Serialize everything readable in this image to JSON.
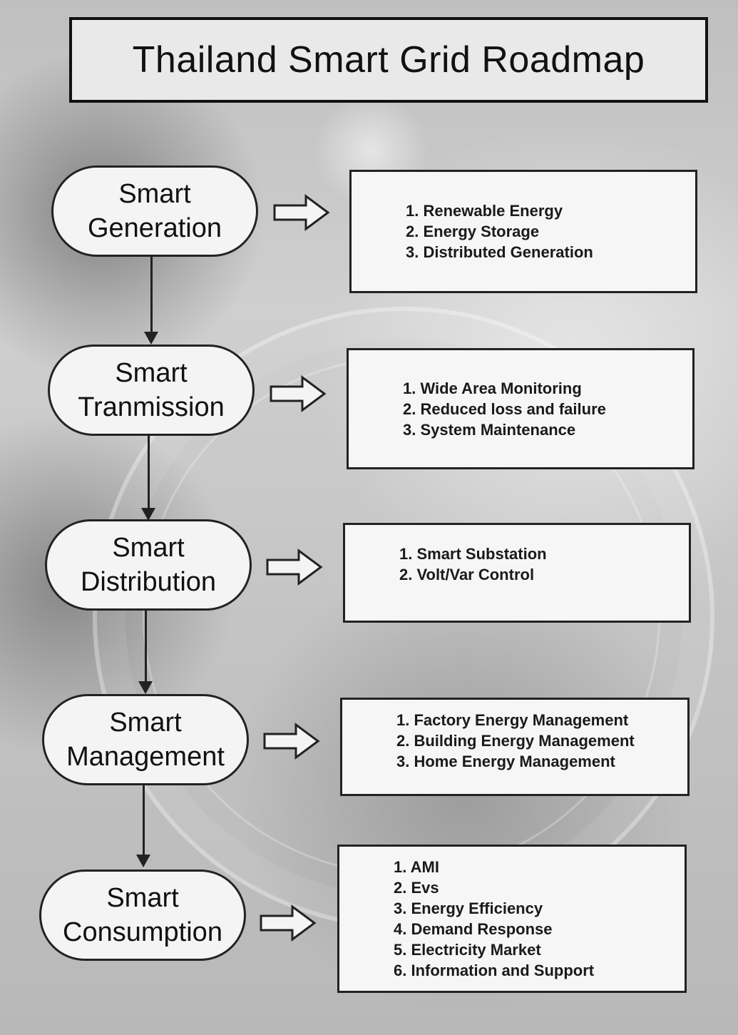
{
  "title": "Thailand Smart Grid Roadmap",
  "stages": [
    {
      "line1": "Smart",
      "line2": "Generation",
      "items": [
        "1. Renewable Energy",
        "2. Energy Storage",
        "3. Distributed Generation"
      ]
    },
    {
      "line1": "Smart",
      "line2": "Tranmission",
      "items": [
        "1. Wide Area Monitoring",
        "2. Reduced loss and failure",
        "3. System Maintenance"
      ]
    },
    {
      "line1": "Smart",
      "line2": "Distribution",
      "items": [
        "1. Smart Substation",
        "2. Volt/Var Control"
      ]
    },
    {
      "line1": "Smart",
      "line2": "Management",
      "items": [
        "1. Factory Energy Management",
        "2. Building Energy Management",
        "3. Home Energy Management"
      ]
    },
    {
      "line1": "Smart",
      "line2": "Consumption",
      "items": [
        "1. AMI",
        "2. Evs",
        "3. Energy Efficiency",
        "4. Demand Response",
        "5. Electricity Market",
        "6. Information and Support"
      ]
    }
  ]
}
